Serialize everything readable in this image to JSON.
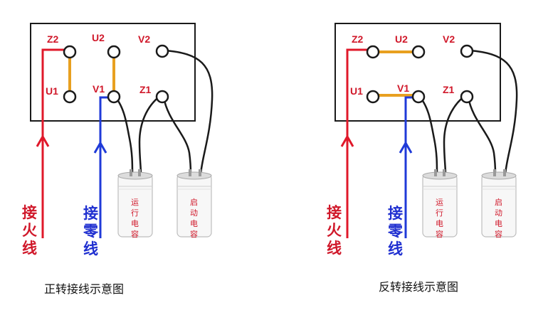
{
  "terminals": {
    "z2": "Z2",
    "u2": "U2",
    "v2": "V2",
    "u1": "U1",
    "v1": "V1",
    "z1": "Z1"
  },
  "capacitors": {
    "run": [
      "运",
      "行",
      "电",
      "容"
    ],
    "start": [
      "启",
      "动",
      "电",
      "容"
    ]
  },
  "live_wire": [
    "接",
    "火",
    "线"
  ],
  "neutral_wire": [
    "接",
    "零",
    "线"
  ],
  "captions": {
    "forward": "正转接线示意图",
    "reverse": "反转接线示意图"
  },
  "colors": {
    "live": "#e0182a",
    "neutral": "#1f3ad8",
    "jumper": "#e8a020",
    "wire": "#1a1a1a"
  }
}
